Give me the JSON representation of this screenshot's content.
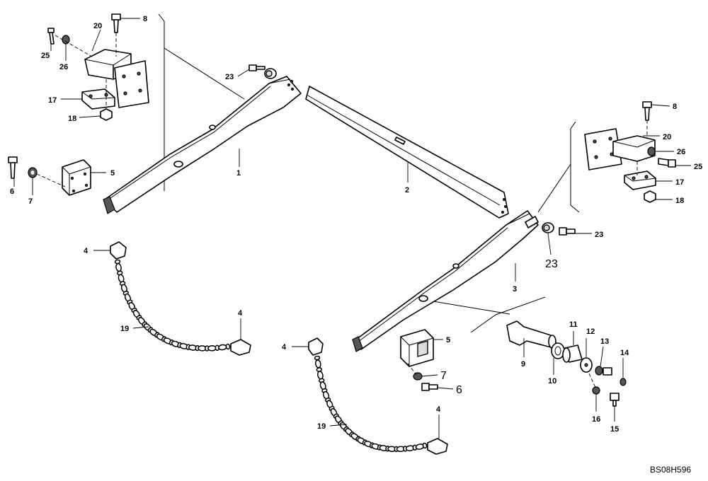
{
  "labels": {
    "l1": "1",
    "l2": "2",
    "l3": "3",
    "l4a": "4",
    "l4b": "4",
    "l4c": "4",
    "l4d": "4",
    "l5a": "5",
    "l5b": "5",
    "l6a": "6",
    "l6b": "6",
    "l7a": "7",
    "l7b": "7",
    "l8a": "8",
    "l8b": "8",
    "l9": "9",
    "l10": "10",
    "l11": "11",
    "l12": "12",
    "l13": "13",
    "l14": "14",
    "l15": "15",
    "l16": "16",
    "l17a": "17",
    "l17b": "17",
    "l18a": "18",
    "l18b": "18",
    "l19a": "19",
    "l19b": "19",
    "l20a": "20",
    "l20b": "20",
    "l23a": "23",
    "l23b": "23",
    "l23c": "23",
    "l25a": "25",
    "l25b": "25",
    "l26a": "26",
    "l26b": "26"
  },
  "drawing_code": "BS08H596"
}
